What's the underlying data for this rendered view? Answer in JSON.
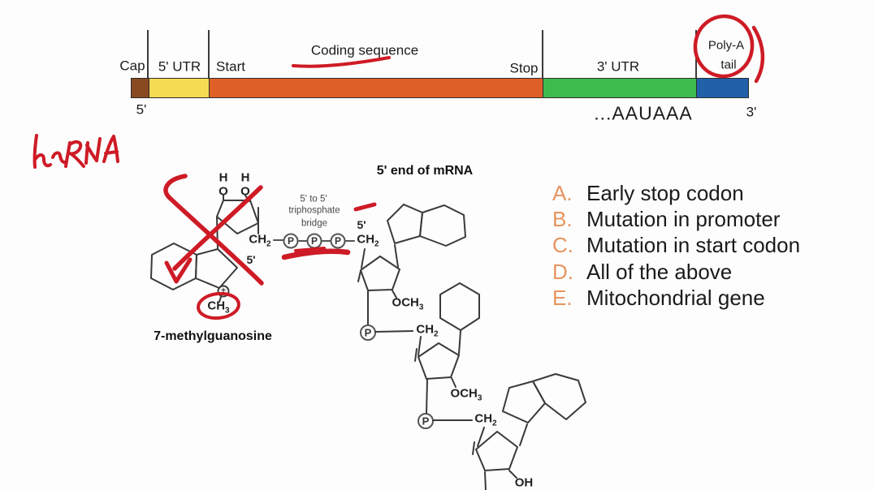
{
  "colors": {
    "red_pen": "#ce1b26",
    "option_letter": "#e6945e",
    "cap": "#8a4a21",
    "utr5": "#f5db54",
    "coding": "#df5f28",
    "utr3": "#3ebb4d",
    "polya": "#2161a9"
  },
  "mrna_map": {
    "cap_label": "Cap",
    "utr5_label": "5' UTR",
    "start_label": "Start",
    "coding_label": "Coding sequence",
    "stop_label": "Stop",
    "utr3_label": "3' UTR",
    "polya_label_line1": "Poly-A",
    "polya_label_line2": "tail",
    "five_prime": "5'",
    "three_prime": "3'",
    "polya_signal": "...AAUAAA"
  },
  "annotations": {
    "handwriting_text": "hnRNA"
  },
  "structure": {
    "title": "5' end of mRNA",
    "compound_name": "7-methylguanosine",
    "bridge_line1": "5' to 5'",
    "bridge_line2": "triphosphate",
    "bridge_line3": "bridge",
    "h": "H",
    "o": "O",
    "p": "P",
    "plus": "+",
    "oh": "OH",
    "five_prime": "5'",
    "ch": "CH",
    "och": "OCH",
    "sub2": "2",
    "sub3": "3"
  },
  "options": [
    {
      "letter": "A.",
      "text": "Early stop codon"
    },
    {
      "letter": "B.",
      "text": "Mutation in promoter"
    },
    {
      "letter": "C.",
      "text": "Mutation in start codon"
    },
    {
      "letter": "D.",
      "text": "All of the above"
    },
    {
      "letter": "E.",
      "text": "Mitochondrial gene"
    }
  ]
}
